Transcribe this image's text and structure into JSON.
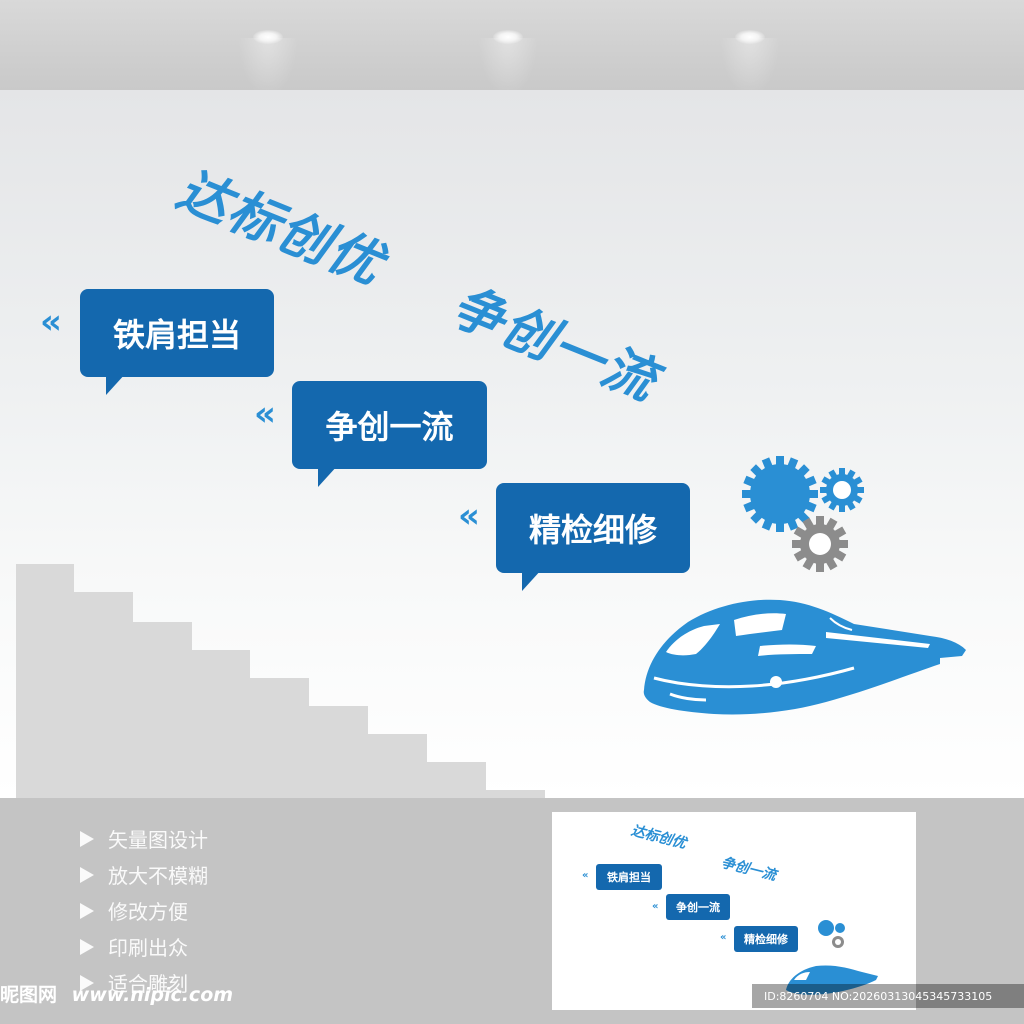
{
  "slogan": {
    "part1": "达标创优",
    "part2": "争创一流"
  },
  "steps": [
    {
      "chevron": "«",
      "label": "铁肩担当"
    },
    {
      "chevron": "«",
      "label": "争创一流"
    },
    {
      "chevron": "«",
      "label": "精检细修"
    }
  ],
  "colors": {
    "accent": "#2a8fd4",
    "box": "#1468ae",
    "stairs": "#d9d9d9",
    "gear_blue": "#2a8fd4",
    "gear_gray": "#8c8c8c"
  },
  "features": [
    "矢量图设计",
    "放大不模糊",
    "修改方便",
    "印刷出众",
    "适合雕刻"
  ],
  "watermark": {
    "site": "昵图网",
    "url": "www.nipic.com"
  },
  "id_text": "ID:8260704 NO:20260313045345733105",
  "icons": {
    "gear_large": "gear-icon",
    "gear_small": "gear-outline-icon",
    "train": "high-speed-train-icon",
    "bullet": "triangle-bullet-icon"
  }
}
